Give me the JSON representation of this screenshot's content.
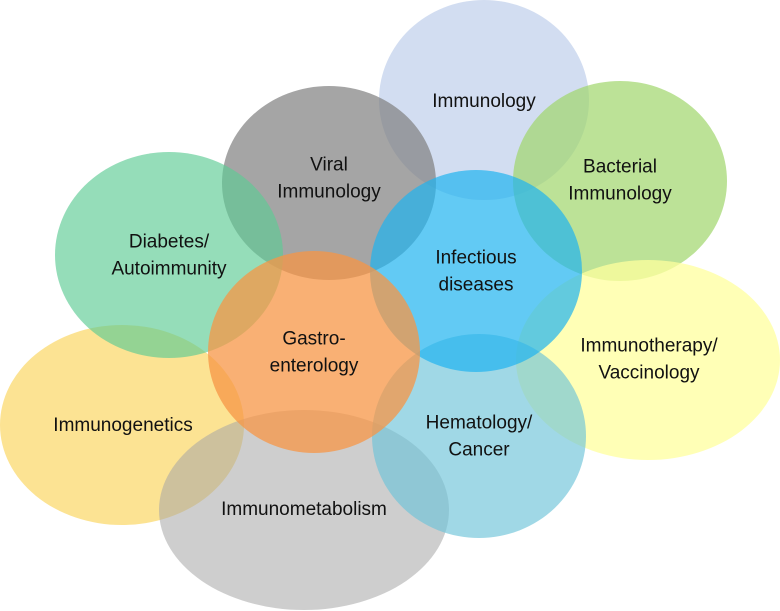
{
  "diagram": {
    "circles": [
      {
        "id": "immunogenetics",
        "lines": [
          "Immunogenetics"
        ],
        "color": "#FBD96F"
      },
      {
        "id": "immunometabolism",
        "lines": [
          "Immunometabolism"
        ],
        "color": "#A6A6A6"
      },
      {
        "id": "immunology",
        "lines": [
          "Immunology"
        ],
        "color": "#B4C7E7"
      },
      {
        "id": "viral-immunology",
        "lines": [
          "Viral",
          "Immunology"
        ],
        "color": "#7F7F7F"
      },
      {
        "id": "diabetes-autoimmunity",
        "lines": [
          "Diabetes/",
          "Autoimmunity"
        ],
        "color": "#5CCB94"
      },
      {
        "id": "bacterial-immunology",
        "lines": [
          "Bacterial",
          "Immunology"
        ],
        "color": "#9FD66B"
      },
      {
        "id": "immunotherapy-vaccinology",
        "lines": [
          "Immunotherapy/",
          "Vaccinology"
        ],
        "color": "#FFFF9E"
      },
      {
        "id": "hematology-cancer",
        "lines": [
          "Hematology/",
          "Cancer"
        ],
        "color": "#6DC3D9"
      },
      {
        "id": "infectious-diseases",
        "lines": [
          "Infectious",
          "diseases"
        ],
        "color": "#1FB4F0"
      },
      {
        "id": "gastroenterology",
        "lines": [
          "Gastro-",
          "enterology"
        ],
        "color": "#F79646"
      }
    ]
  }
}
